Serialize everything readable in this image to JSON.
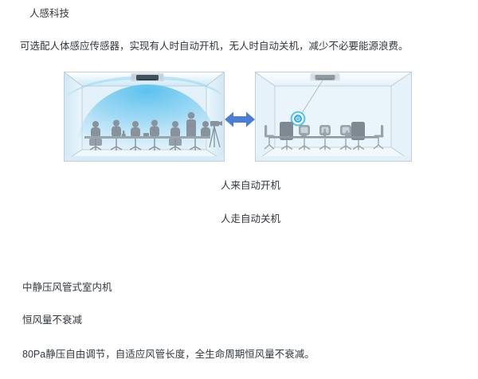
{
  "colors": {
    "text": "#32383e",
    "arrow_blue": "#4a7ed2",
    "sensor_blue": "#2fade4",
    "sensor_ring": "#58c6f0",
    "air_blue": "#8ed3f3",
    "silhouette_gray": "#87929a",
    "room_border": "#c3ced6"
  },
  "human_sensing": {
    "title": "人感科技",
    "description": "可选配人体感应传感器，实现有人时自动开机，无人时自动关机，减少不必要能源浪费。",
    "caption_occupied": "人来自动开机",
    "caption_empty": "人走自动关机"
  },
  "duct_unit": {
    "title": "中静压风管式室内机",
    "subtitle": "恒风量不衰减",
    "description": "80Pa静压自由调节，自适应风管长度，全生命周期恒风量不衰减。"
  }
}
